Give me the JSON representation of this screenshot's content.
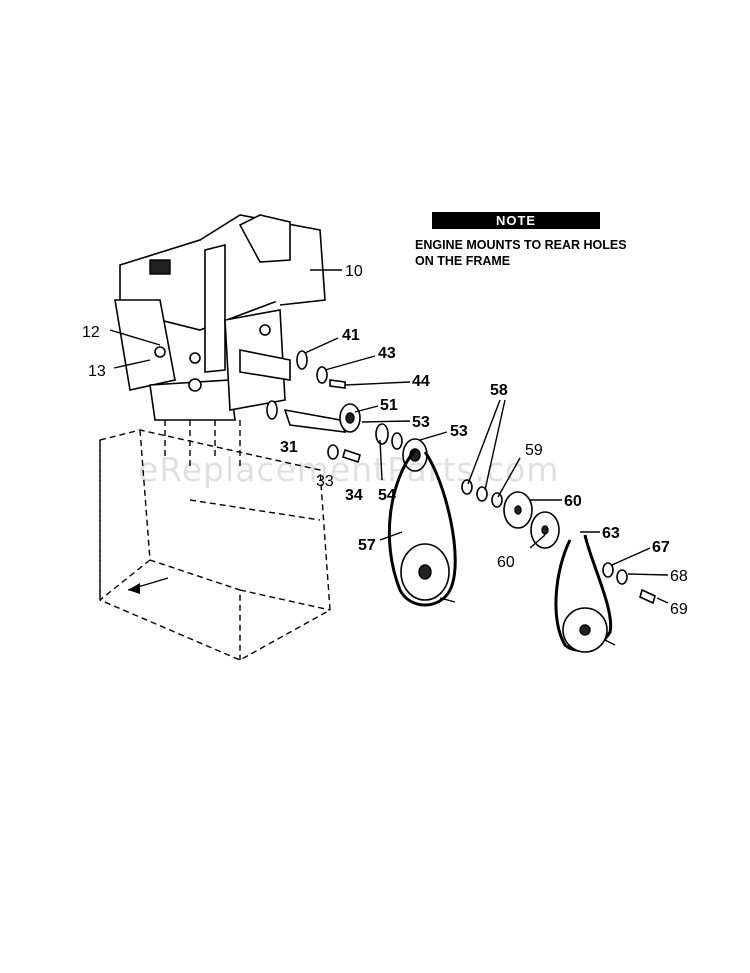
{
  "note": {
    "heading": "NOTE",
    "text_line1": "ENGINE MOUNTS TO REAR HOLES",
    "text_line2": "ON THE FRAME"
  },
  "watermark": "eReplacementParts.com",
  "callouts": {
    "c10": "10",
    "c12": "12",
    "c13": "13",
    "c31": "31",
    "c33": "33",
    "c34": "34",
    "c41": "41",
    "c43": "43",
    "c44": "44",
    "c51": "51",
    "c53a": "53",
    "c53b": "53",
    "c54": "54",
    "c57": "57",
    "c58": "58",
    "c59": "59",
    "c60a": "60",
    "c60b": "60",
    "c63": "63",
    "c67": "67",
    "c68": "68",
    "c69": "69"
  }
}
